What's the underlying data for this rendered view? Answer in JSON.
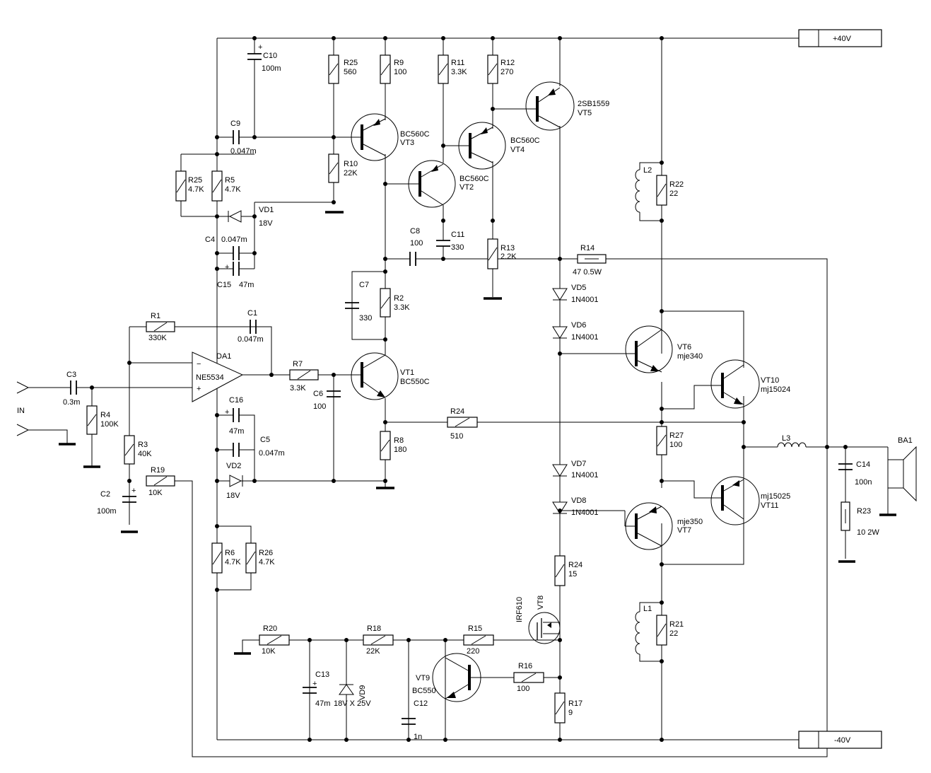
{
  "rails": {
    "pos": "+40V",
    "neg": "-40V"
  },
  "input_label": "IN",
  "opamp": {
    "name": "DA1",
    "part": "NE5534",
    "minus": "−",
    "plus": "+"
  },
  "plus_sign": "+",
  "resistors": [
    {
      "id": "R25",
      "val": "560"
    },
    {
      "id": "R9",
      "val": "100"
    },
    {
      "id": "R11",
      "val": "3.3K"
    },
    {
      "id": "R12",
      "val": "270"
    },
    {
      "id": "R10",
      "val": "22K"
    },
    {
      "id": "R25",
      "val": "4.7K"
    },
    {
      "id": "R5",
      "val": "4.7K"
    },
    {
      "id": "R13",
      "val": "2.2K"
    },
    {
      "id": "R2",
      "val": "3.3K"
    },
    {
      "id": "R1",
      "val": "330K"
    },
    {
      "id": "R7",
      "val": "3.3K"
    },
    {
      "id": "R4",
      "val": "100K"
    },
    {
      "id": "R3",
      "val": "40K"
    },
    {
      "id": "R19",
      "val": "10K"
    },
    {
      "id": "R8",
      "val": "180"
    },
    {
      "id": "R24",
      "val": "510"
    },
    {
      "id": "R6",
      "val": "4.7K"
    },
    {
      "id": "R26",
      "val": "4.7K"
    },
    {
      "id": "R24",
      "val": "15"
    },
    {
      "id": "R20",
      "val": "10K"
    },
    {
      "id": "R18",
      "val": "22K"
    },
    {
      "id": "R15",
      "val": "220"
    },
    {
      "id": "R16",
      "val": "100"
    },
    {
      "id": "R17",
      "val": "9"
    },
    {
      "id": "R22",
      "val": "22"
    },
    {
      "id": "R27",
      "val": "100"
    },
    {
      "id": "R21",
      "val": "22"
    },
    {
      "id": "R14",
      "val": "47   0.5W"
    },
    {
      "id": "R23",
      "val": "10  2W"
    }
  ],
  "capacitors": [
    {
      "id": "C10",
      "val": "100m"
    },
    {
      "id": "C9",
      "val": "0.047m"
    },
    {
      "id": "C4",
      "val": "0.047m"
    },
    {
      "id": "C15",
      "val": "47m"
    },
    {
      "id": "C8",
      "val": "100"
    },
    {
      "id": "C11",
      "val": "330"
    },
    {
      "id": "C7",
      "val": "330"
    },
    {
      "id": "C1",
      "val": "0.047m"
    },
    {
      "id": "C3",
      "val": "0.3m"
    },
    {
      "id": "C6",
      "val": "100"
    },
    {
      "id": "C16",
      "val": "47m"
    },
    {
      "id": "C5",
      "val": "0.047m"
    },
    {
      "id": "C2",
      "val": "100m"
    },
    {
      "id": "C13",
      "val": "47m"
    },
    {
      "id": "C12",
      "val": "1n"
    },
    {
      "id": "C14",
      "val": "100n"
    }
  ],
  "transistors": [
    {
      "id": "VT3",
      "part": "BC560C"
    },
    {
      "id": "VT2",
      "part": "BC560C"
    },
    {
      "id": "VT4",
      "part": "BC560C"
    },
    {
      "id": "VT5",
      "part": "2SB1559"
    },
    {
      "id": "VT1",
      "part": "BC550C"
    },
    {
      "id": "VT6",
      "part": "mje340"
    },
    {
      "id": "VT10",
      "part": "mj15024"
    },
    {
      "id": "VT11",
      "part": "mj15025"
    },
    {
      "id": "VT7",
      "part": "mje350"
    },
    {
      "id": "VT9",
      "part": "BC550"
    },
    {
      "id": "VT8",
      "part": "IRF610"
    }
  ],
  "diodes": [
    {
      "id": "VD1",
      "val": "18V"
    },
    {
      "id": "VD2",
      "val": "18V"
    },
    {
      "id": "VD5",
      "val": "1N4001"
    },
    {
      "id": "VD6",
      "val": "1N4001"
    },
    {
      "id": "VD7",
      "val": "1N4001"
    },
    {
      "id": "VD8",
      "val": "1N4001"
    },
    {
      "id": "VD9",
      "val": "18V X 25V"
    }
  ],
  "inductors": [
    {
      "id": "L1"
    },
    {
      "id": "L2"
    },
    {
      "id": "L3"
    }
  ],
  "speaker": {
    "id": "BA1"
  }
}
